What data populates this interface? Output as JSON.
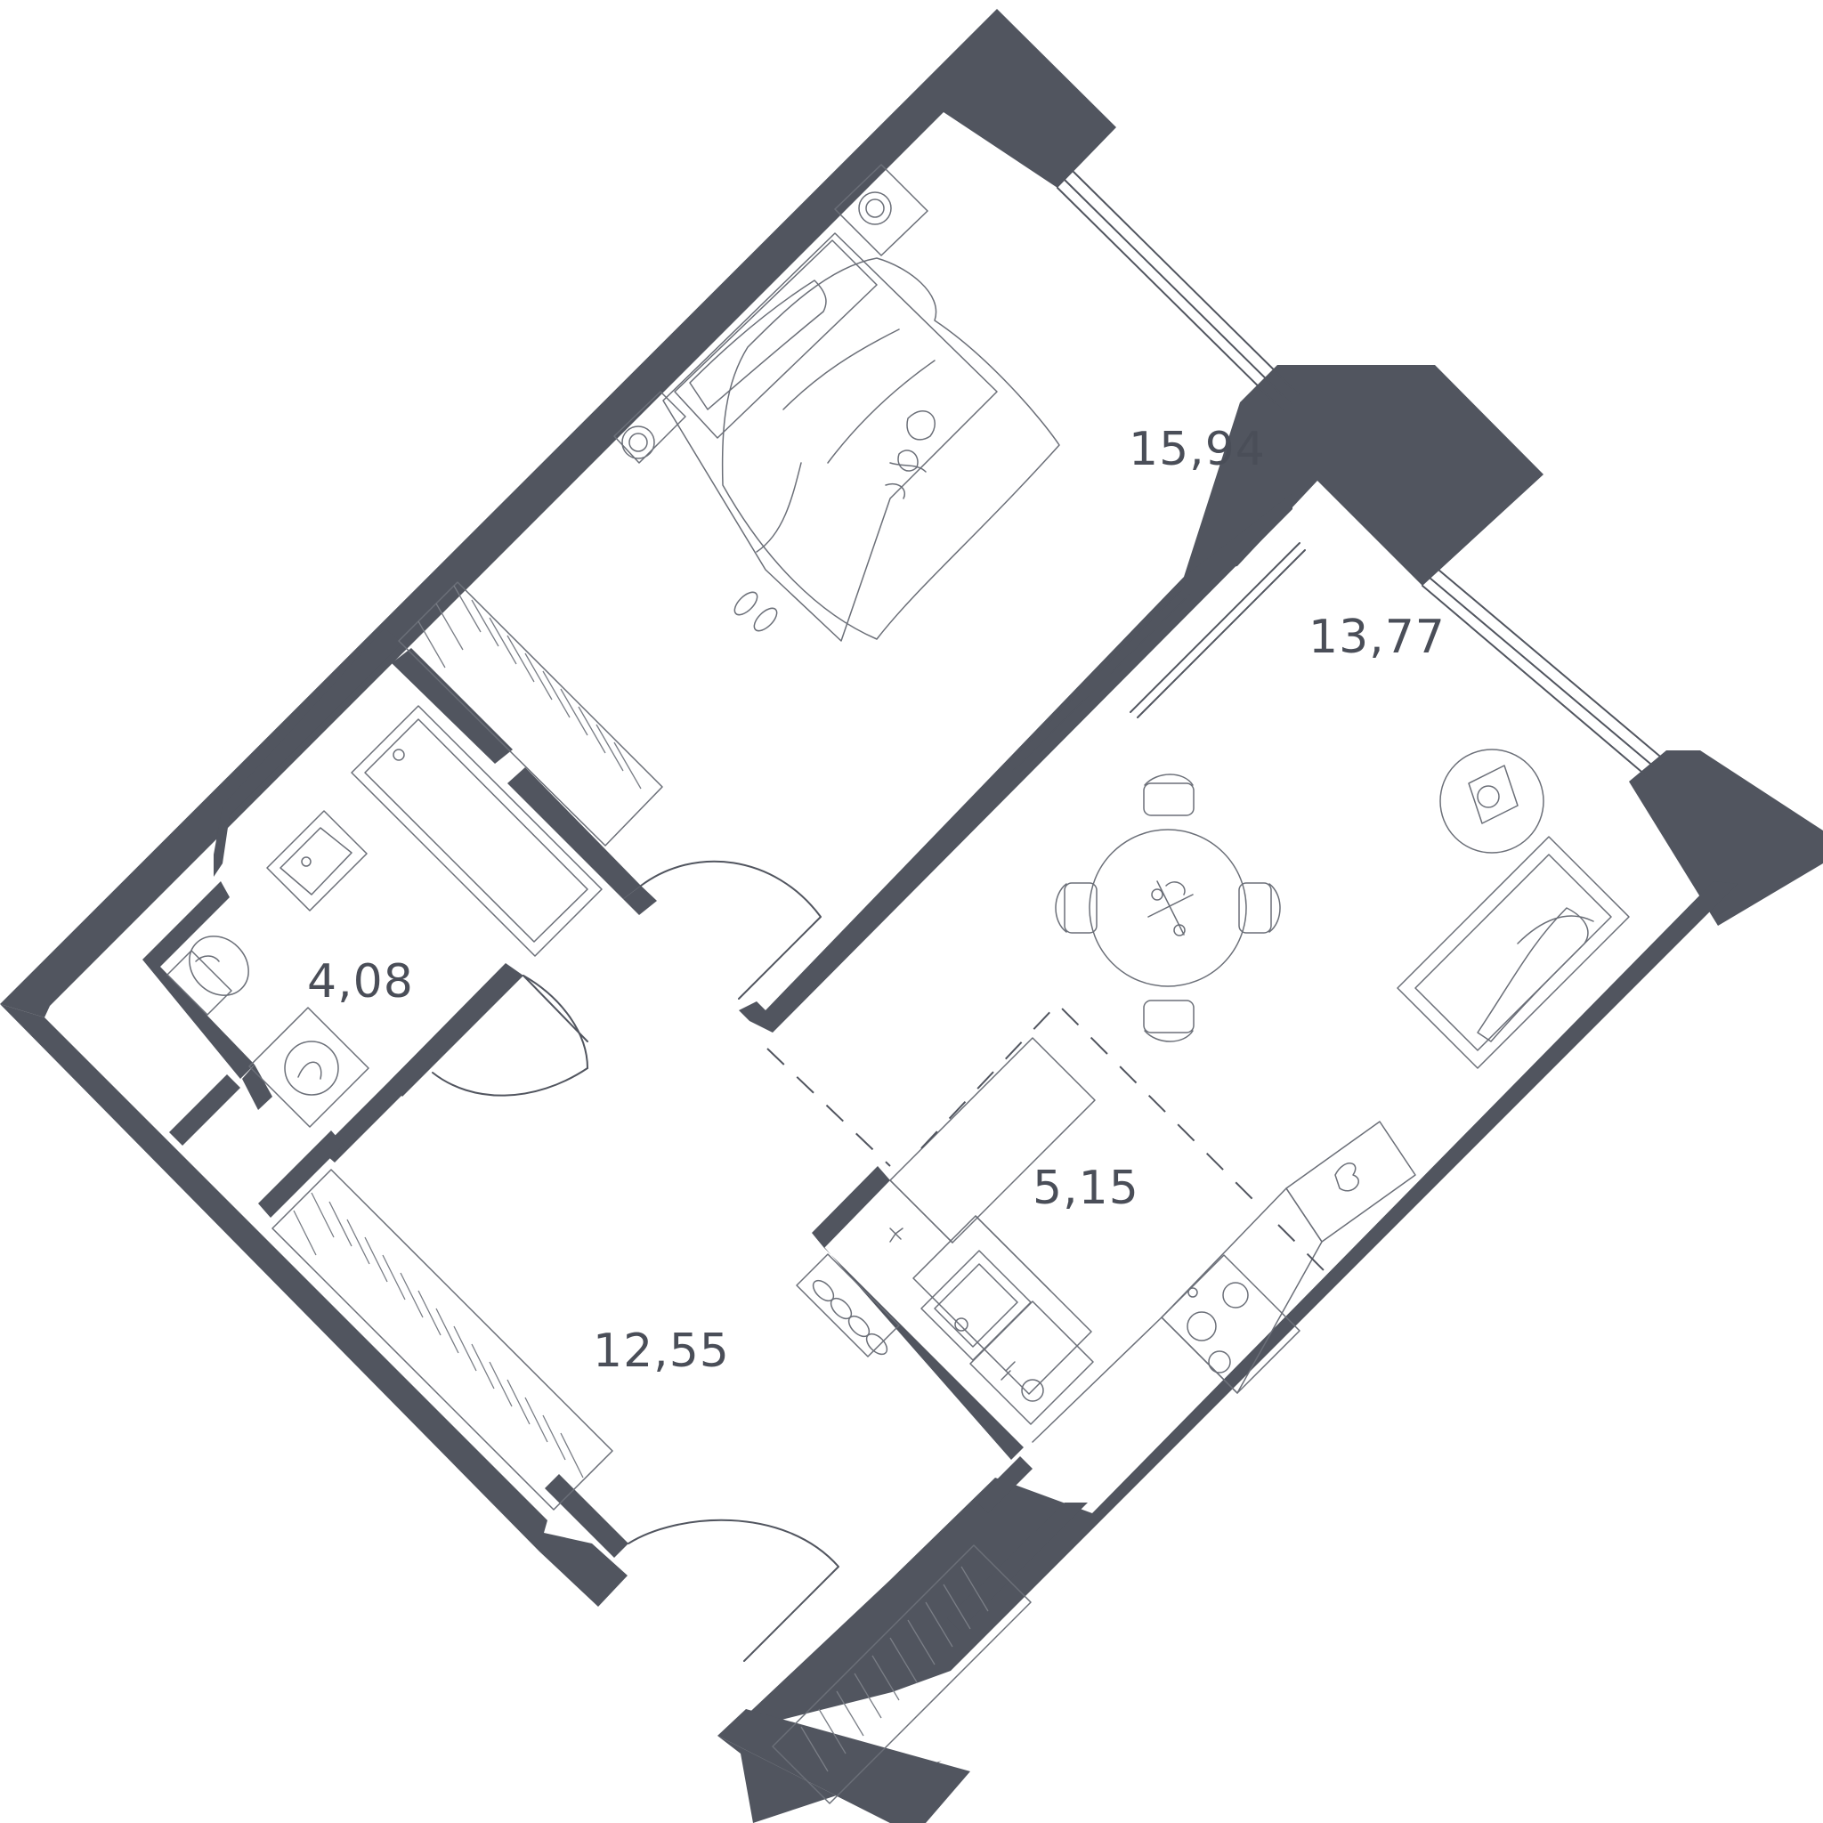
{
  "rooms": {
    "bedroom": {
      "area": "15,94"
    },
    "living_kitchen": {
      "area": "13,77"
    },
    "bathroom": {
      "area": "4,08"
    },
    "kitchen_zone": {
      "area": "5,15"
    },
    "hallway": {
      "area": "12,55"
    }
  },
  "colors": {
    "wall": "#51555f",
    "lines": "#6b6f78",
    "background": "#ffffff"
  },
  "icons": [
    "bed-icon",
    "nightstand-icon",
    "wardrobe-icon",
    "bathtub-icon",
    "sink-icon",
    "toilet-icon",
    "washing-machine-icon",
    "dining-table-icon",
    "chair-icon",
    "sofa-icon",
    "coffee-table-icon",
    "stove-icon",
    "kitchen-sink-icon",
    "slippers-icon",
    "shoe-rack-icon",
    "door-icon",
    "window-icon"
  ]
}
